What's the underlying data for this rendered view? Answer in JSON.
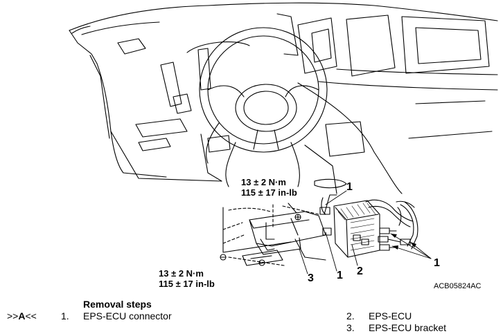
{
  "figure": {
    "torque_upper": {
      "line1": "13 ± 2 N·m",
      "line2": "115 ± 17 in-lb"
    },
    "torque_lower": {
      "line1": "13 ± 2 N·m",
      "line2": "115 ± 17 in-lb"
    },
    "callouts": {
      "connector_top": "1",
      "connector_mid": "1",
      "connector_right": "1",
      "ecu": "2",
      "bracket": "3"
    },
    "code": "ACB05824AC"
  },
  "procedure": {
    "heading": "Removal steps",
    "marker": {
      "prefix": ">>",
      "letter": "A",
      "suffix": "<<"
    },
    "steps": [
      {
        "num": "1.",
        "label": "EPS-ECU connector"
      },
      {
        "num": "2.",
        "label": "EPS-ECU"
      },
      {
        "num": "3.",
        "label": "EPS-ECU bracket"
      }
    ]
  }
}
